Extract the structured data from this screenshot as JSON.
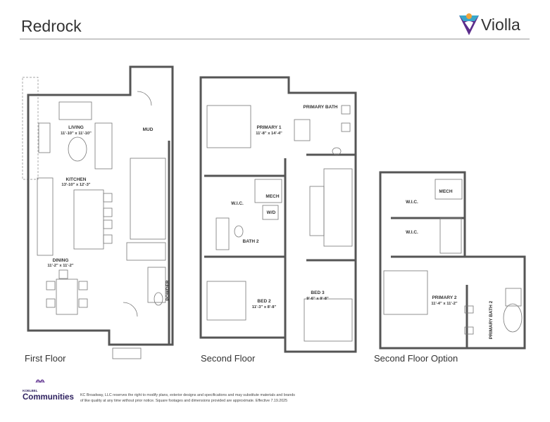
{
  "header": {
    "title": "Redrock",
    "brand": "Violla"
  },
  "floors": [
    {
      "label": "First Floor",
      "rooms": [
        {
          "name": "LIVING",
          "dims": "11'-10\" x 11'-10\""
        },
        {
          "name": "MUD"
        },
        {
          "name": "KITCHEN",
          "dims": "13'-10\" x 12'-3\""
        },
        {
          "name": "DINING",
          "dims": "11'-2\" x 11'-2\""
        },
        {
          "name": "POWDER"
        }
      ]
    },
    {
      "label": "Second Floor",
      "rooms": [
        {
          "name": "PRIMARY 1",
          "dims": "11'-8\" x 14'-4\""
        },
        {
          "name": "PRIMARY BATH"
        },
        {
          "name": "MECH"
        },
        {
          "name": "W.I.C."
        },
        {
          "name": "W/D"
        },
        {
          "name": "BATH 2"
        },
        {
          "name": "BED 2",
          "dims": "11'-3\" x 8'-8\""
        },
        {
          "name": "BED 3",
          "dims": "9'-6\" x 9'-8\""
        }
      ]
    },
    {
      "label": "Second Floor Option",
      "rooms": [
        {
          "name": "MECH"
        },
        {
          "name": "W.I.C."
        },
        {
          "name": "W.I.C."
        },
        {
          "name": "PRIMARY 2",
          "dims": "11'-4\" x 11'-2\""
        },
        {
          "name": "PRIMARY BATH 2"
        }
      ]
    }
  ],
  "footer": {
    "brand_small": "KOELBEL",
    "brand": "Communities",
    "disclaimer_line1": "KC Broadway, LLC reserves the right to modify plans, exterior designs and specifications and may substitute materials and brands",
    "disclaimer_line2": "of like quality at any time without prior notice. Square footages and dimensions provided are approximate. Effective 7.19.2025"
  },
  "colors": {
    "brand_purple": "#5b2d8c",
    "brand_navy": "#2c1f5e",
    "logo_orange": "#f2a33a",
    "logo_teal": "#3aa7c9"
  }
}
